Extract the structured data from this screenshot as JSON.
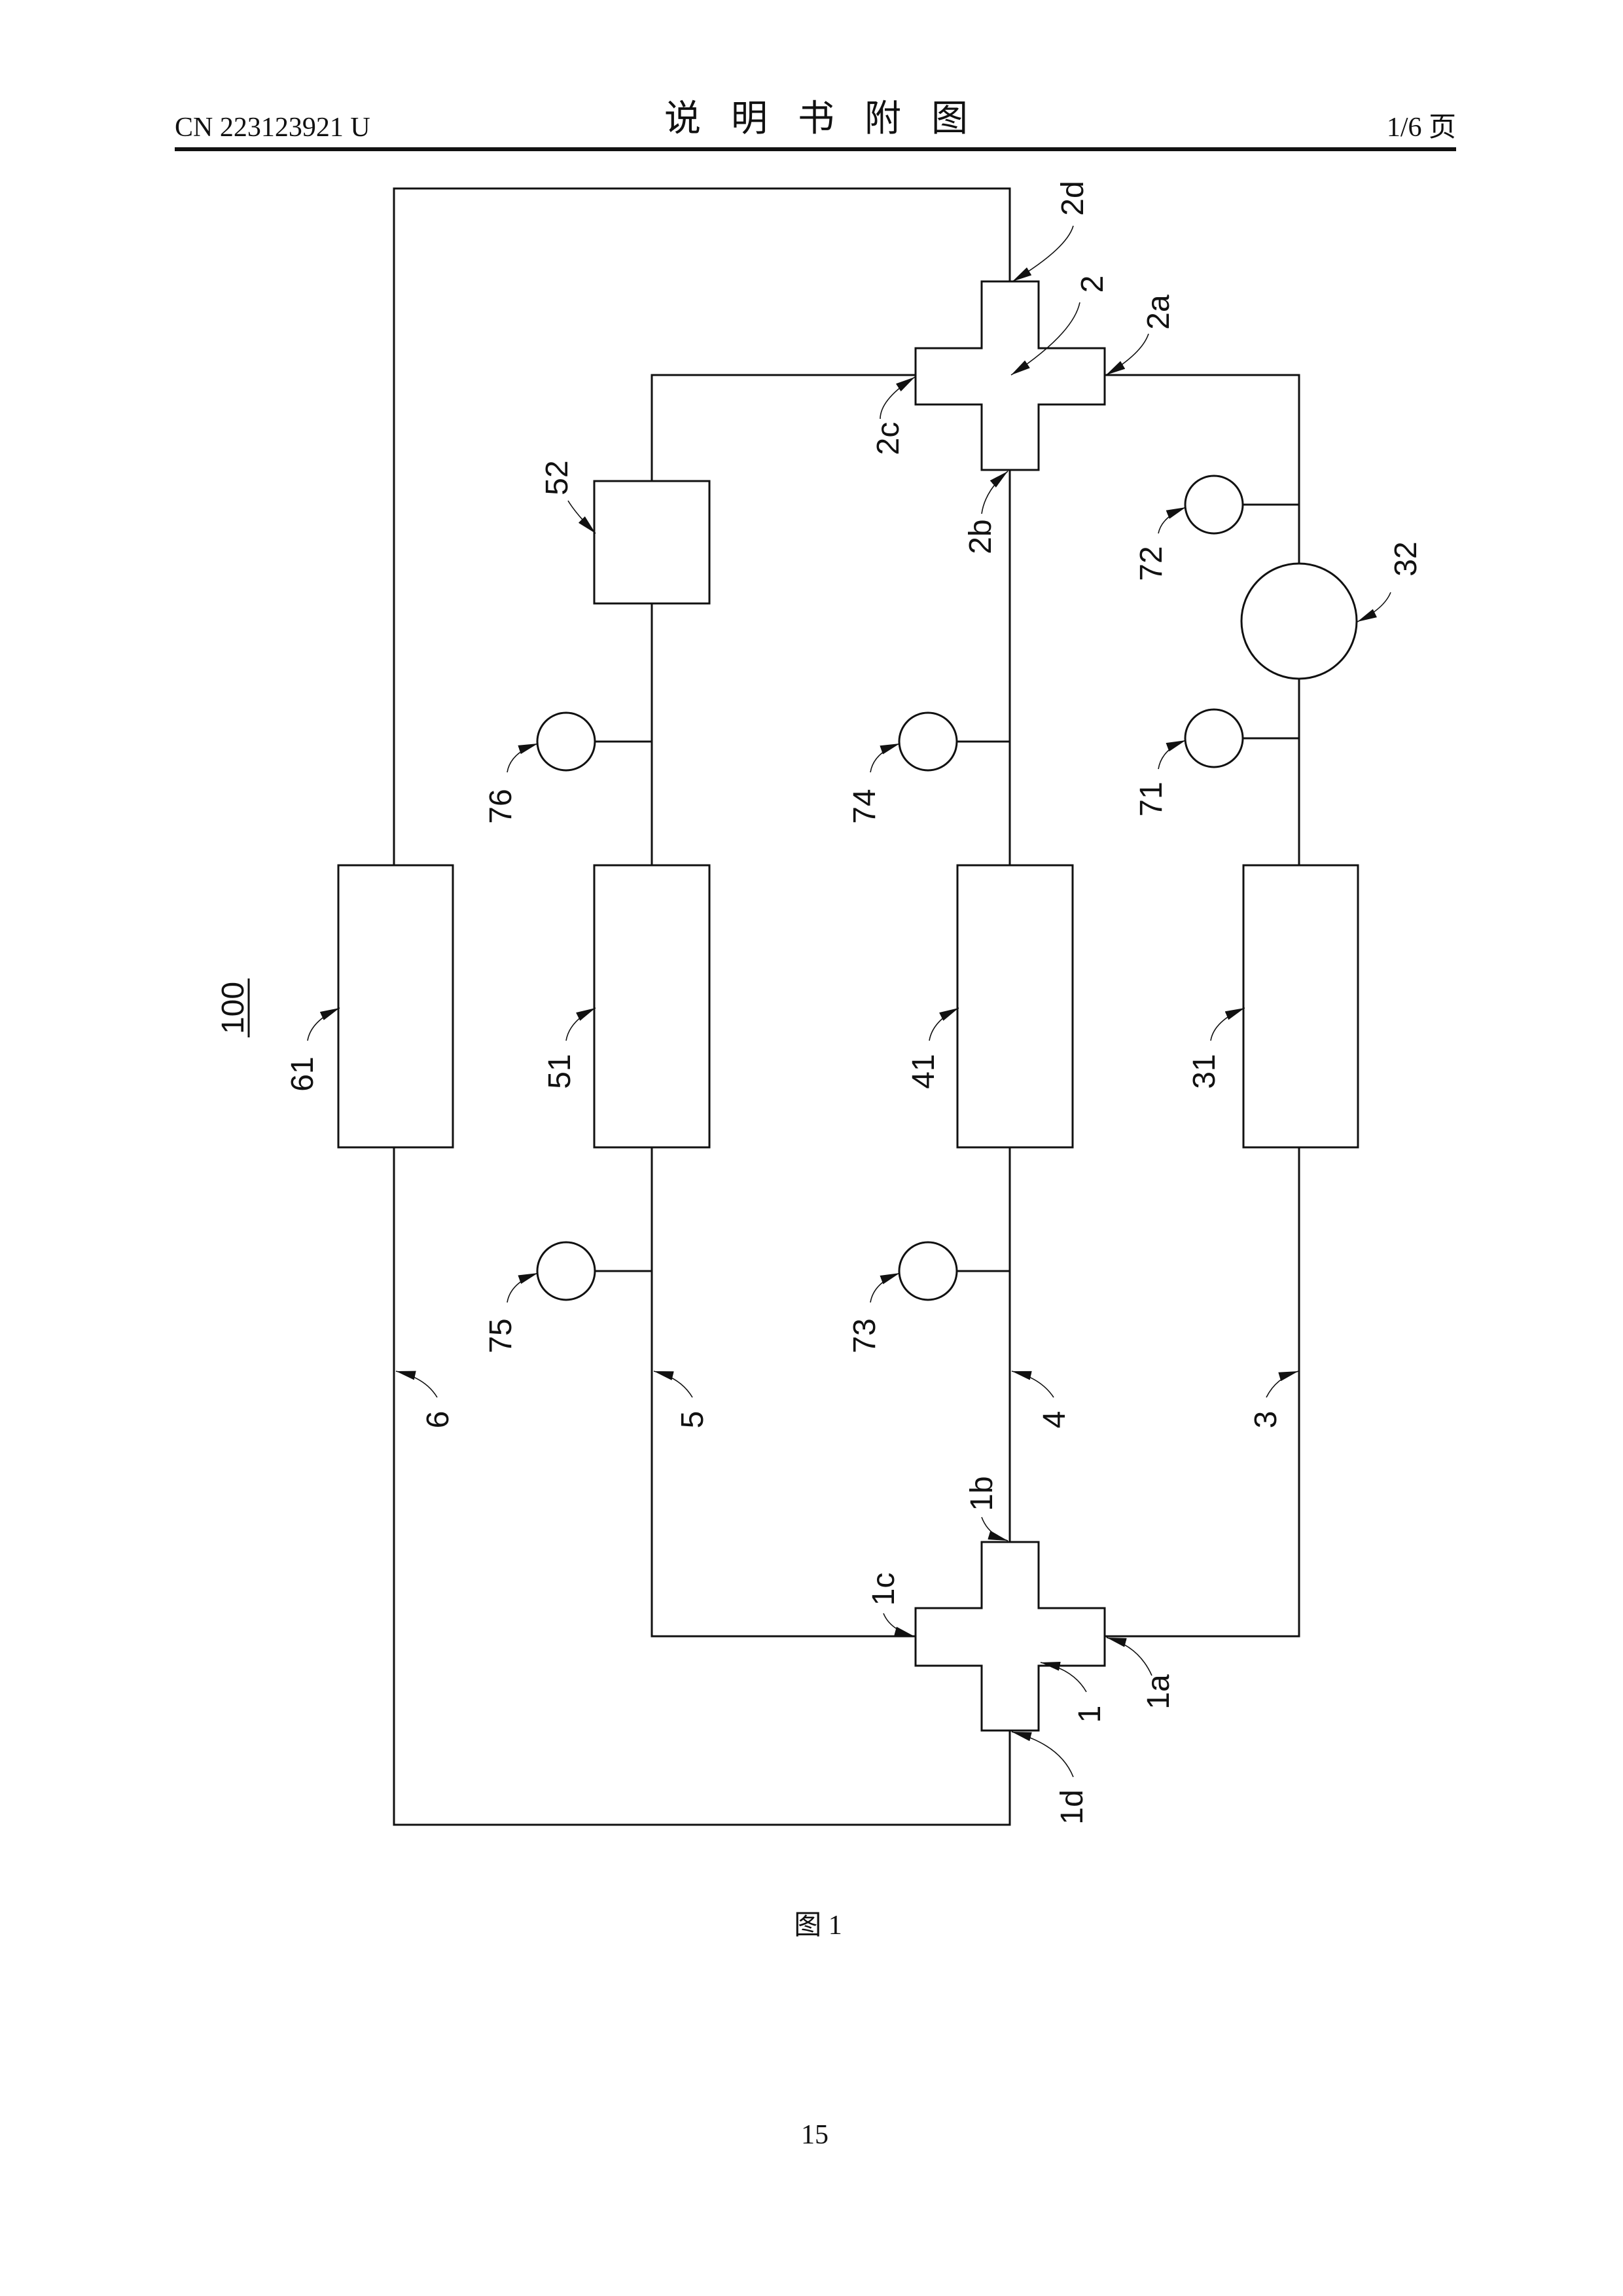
{
  "header": {
    "doc_number": "CN 223123921 U",
    "title": "说明书附图",
    "page_of": "1/6 页"
  },
  "figure": {
    "caption": "图 1",
    "system_label": "100",
    "labels": {
      "v2": "2",
      "v2a": "2a",
      "v2b": "2b",
      "v2c": "2c",
      "v2d": "2d",
      "v1": "1",
      "v1a": "1a",
      "v1b": "1b",
      "v1c": "1c",
      "v1d": "1d",
      "pipe3": "3",
      "pipe4": "4",
      "pipe5": "5",
      "pipe6": "6",
      "b31": "31",
      "c32": "32",
      "b41": "41",
      "b51": "51",
      "b52": "52",
      "b61": "61",
      "s71": "71",
      "s72": "72",
      "s73": "73",
      "s74": "74",
      "s75": "75",
      "s76": "76"
    }
  },
  "footer": {
    "page_number": "15"
  }
}
